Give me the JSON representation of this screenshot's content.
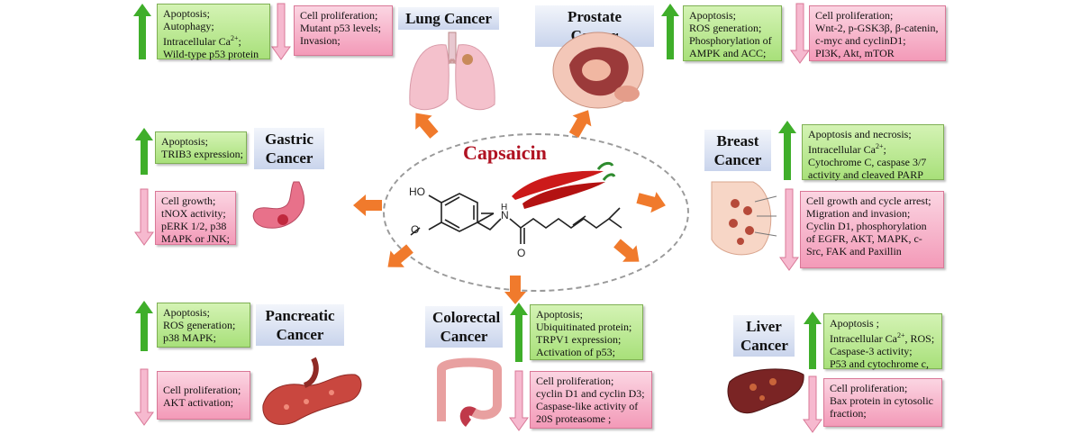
{
  "center": {
    "label": "Capsaicin",
    "structure_labels": {
      "ho": "HO",
      "o": "O",
      "n": "N",
      "h": "H",
      "o2": "O"
    }
  },
  "lung": {
    "title": "Lung Cancer",
    "up": [
      "Apoptosis;",
      "Autophagy;",
      "Intracellular Ca",
      "Wild-type p53 protein"
    ],
    "up_sup": "2+",
    "up_suffix": ";",
    "down": [
      "Cell proliferation;",
      "Mutant p53 levels;",
      "Invasion;"
    ]
  },
  "prostate": {
    "title": "Prostate Cancer",
    "up": [
      "Apoptosis;",
      "ROS generation;",
      "Phosphorylation of",
      "AMPK and ACC;"
    ],
    "down": [
      "Cell proliferation;",
      "Wnt-2, p-GSK3β, β-catenin,",
      "c-myc and cyclinD1;",
      "PI3K, Akt, mTOR"
    ]
  },
  "gastric": {
    "title_line1": "Gastric",
    "title_line2": "Cancer",
    "up": [
      "Apoptosis;",
      "TRIB3 expression;"
    ],
    "down": [
      "Cell growth;",
      "tNOX activity;",
      "pERK 1/2, p38",
      "MAPK or JNK;"
    ]
  },
  "breast": {
    "title_line1": "Breast",
    "title_line2": "Cancer",
    "up": [
      "Apoptosis and necrosis;",
      "Intracellular Ca",
      "Cytochrome C, caspase 3/7",
      "activity and cleaved PARP"
    ],
    "up_sup": "2+",
    "up_suffix": ";",
    "down": [
      "Cell growth and cycle arrest;",
      "Migration and invasion;",
      "Cyclin D1, phosphorylation",
      "of EGFR, AKT, MAPK, c-",
      "Src, FAK and Paxillin"
    ]
  },
  "pancreatic": {
    "title_line1": "Pancreatic",
    "title_line2": "Cancer",
    "up": [
      "Apoptosis;",
      "ROS generation;",
      "p38 MAPK;"
    ],
    "down": [
      "Cell proliferation;",
      "AKT activation;"
    ]
  },
  "colorectal": {
    "title_line1": "Colorectal",
    "title_line2": "Cancer",
    "up": [
      "Apoptosis;",
      "Ubiquitinated protein;",
      "TRPV1 expression;",
      "Activation of p53;"
    ],
    "down": [
      "Cell proliferation;",
      "cyclin D1 and cyclin D3;",
      "Caspase-like activity of",
      "20S proteasome ;"
    ]
  },
  "liver": {
    "title_line1": "Liver",
    "title_line2": "Cancer",
    "up": [
      "Apoptosis ;",
      "Intracellular Ca",
      "Caspase-3 activity;",
      "P53 and cytochrome c,"
    ],
    "up_sup": "2+",
    "up_suffix": ", ROS;",
    "down": [
      "Cell proliferation;",
      "Bax protein in cytosolic",
      "fraction;"
    ]
  },
  "colors": {
    "up_arrow": "#3fae2a",
    "down_arrow": "#f6b9cf",
    "center_arrow": "#f07a2c",
    "title_text": "#b01222"
  }
}
